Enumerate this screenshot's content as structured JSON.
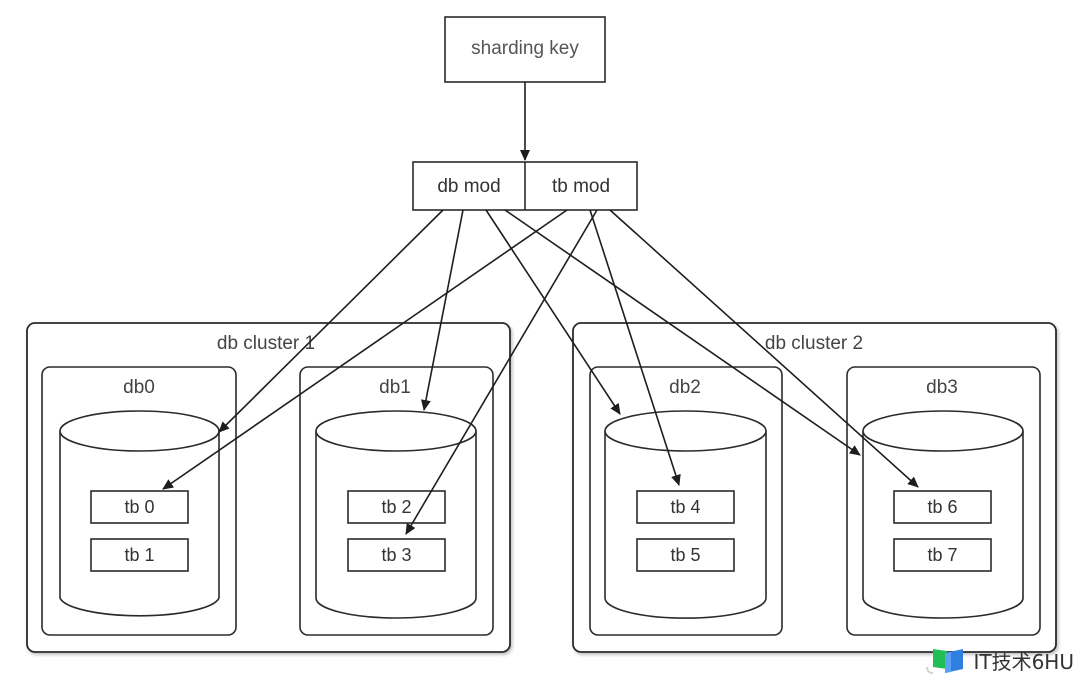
{
  "diagram": {
    "title": "Database sharding: db mod / tb mod routing",
    "source_node": {
      "label": "sharding key"
    },
    "router": {
      "left_label": "db mod",
      "right_label": "tb mod"
    },
    "clusters": [
      {
        "label": "db cluster 1",
        "databases": [
          {
            "label": "db0",
            "tables": [
              "tb 0",
              "tb 1"
            ]
          },
          {
            "label": "db1",
            "tables": [
              "tb 2",
              "tb 3"
            ]
          }
        ]
      },
      {
        "label": "db cluster 2",
        "databases": [
          {
            "label": "db2",
            "tables": [
              "tb 4",
              "tb 5"
            ]
          },
          {
            "label": "db3",
            "tables": [
              "tb 6",
              "tb 7"
            ]
          }
        ]
      }
    ],
    "edges": [
      {
        "from": "sharding key",
        "to": "db mod / tb mod"
      },
      {
        "from": "db mod",
        "to": "db0"
      },
      {
        "from": "tb mod",
        "to": "tb 0"
      },
      {
        "from": "db mod",
        "to": "db1"
      },
      {
        "from": "tb mod",
        "to": "tb 3"
      },
      {
        "from": "db mod",
        "to": "db2"
      },
      {
        "from": "tb mod",
        "to": "tb 4"
      },
      {
        "from": "db mod",
        "to": "db3"
      },
      {
        "from": "tb mod",
        "to": "tb 6"
      }
    ],
    "colors": {
      "stroke": "#2b2b2b",
      "text": "#3a3a3a",
      "background": "#ffffff"
    }
  },
  "watermark": {
    "text": "IT技术6HU",
    "logo_colors": [
      "#1fbf55",
      "#2f7fe0"
    ]
  }
}
